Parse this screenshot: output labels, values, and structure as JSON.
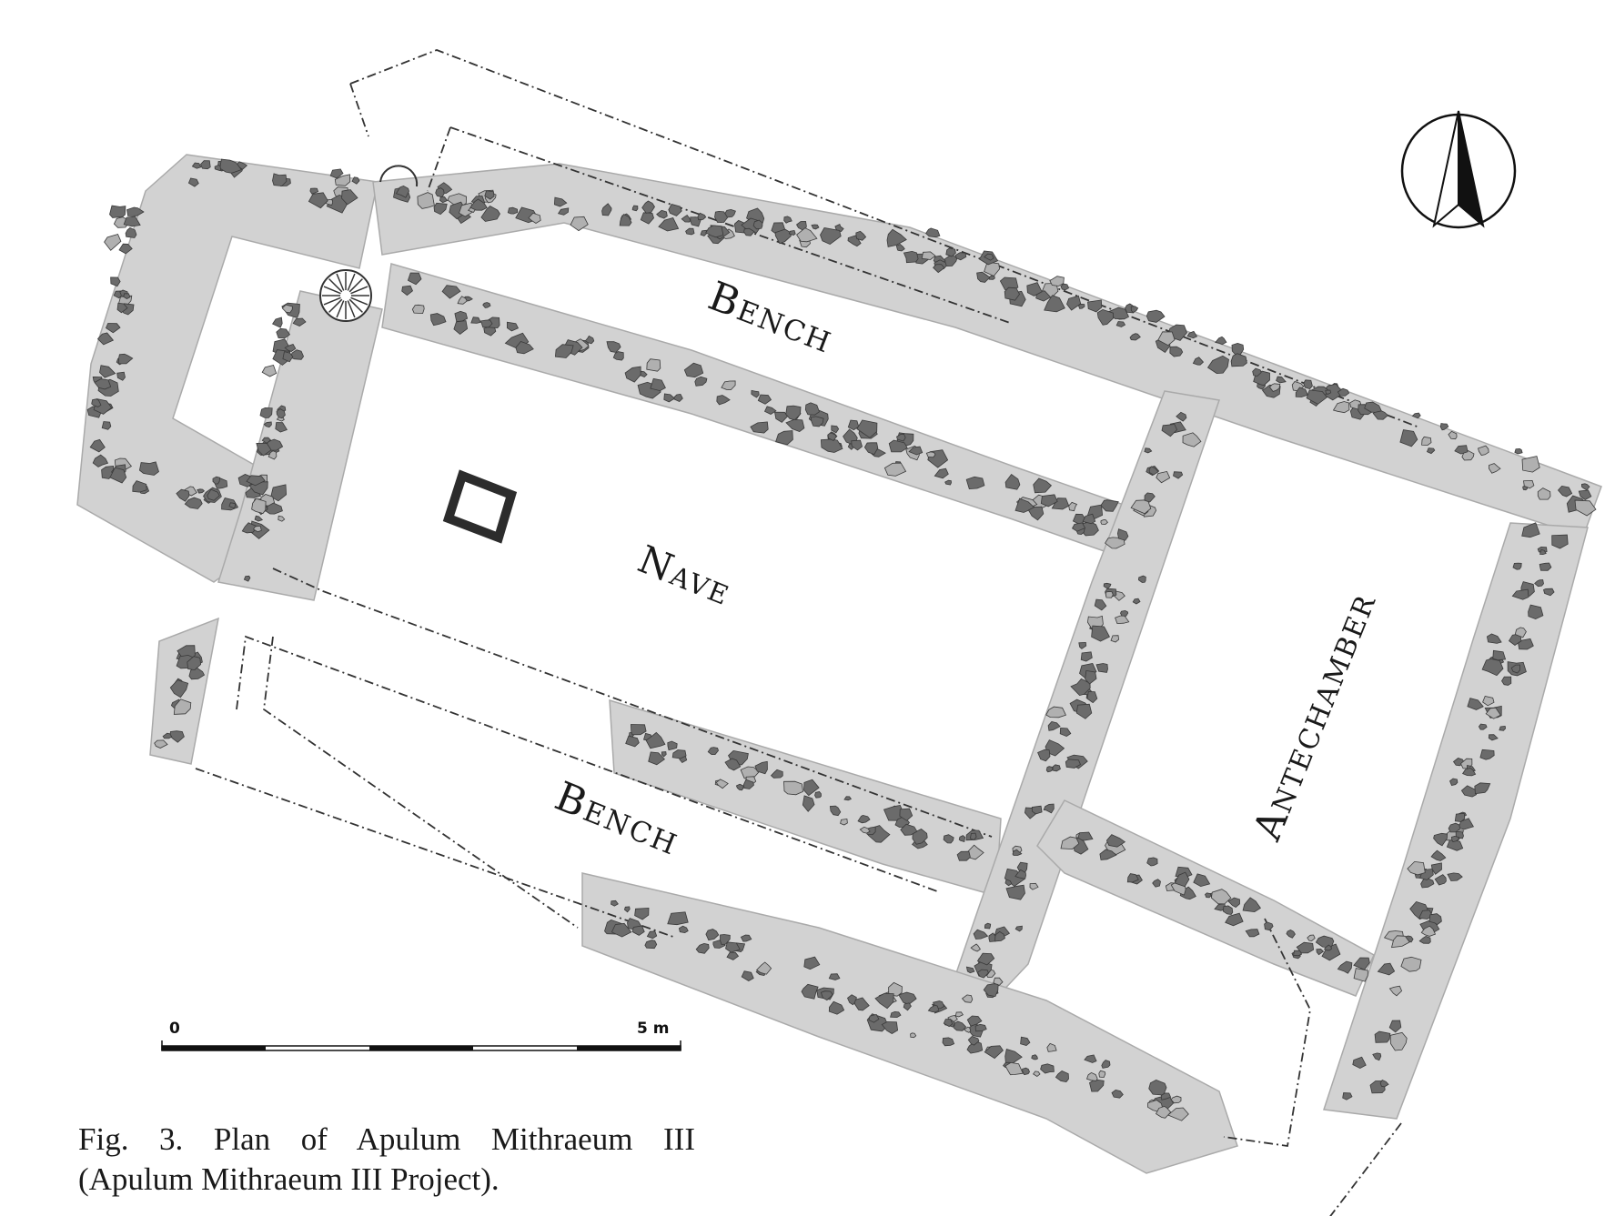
{
  "labels": {
    "bench_top": "Bench",
    "nave": "Nave",
    "bench_bottom": "Bench",
    "antechamber": "Antechamber"
  },
  "scale_bar": {
    "start": "0",
    "end": "5 m"
  },
  "caption": {
    "line1": "Fig. 3. Plan of Apulum Mithraeum III",
    "line2": "(Apulum Mithraeum III Project)."
  },
  "colors": {
    "stone_dark": "#6b6b6b",
    "stone_light": "#b0b0b0",
    "wall_fill": "#d2d2d2",
    "outline": "#333333"
  },
  "icons": {
    "north": "north-arrow-icon"
  }
}
